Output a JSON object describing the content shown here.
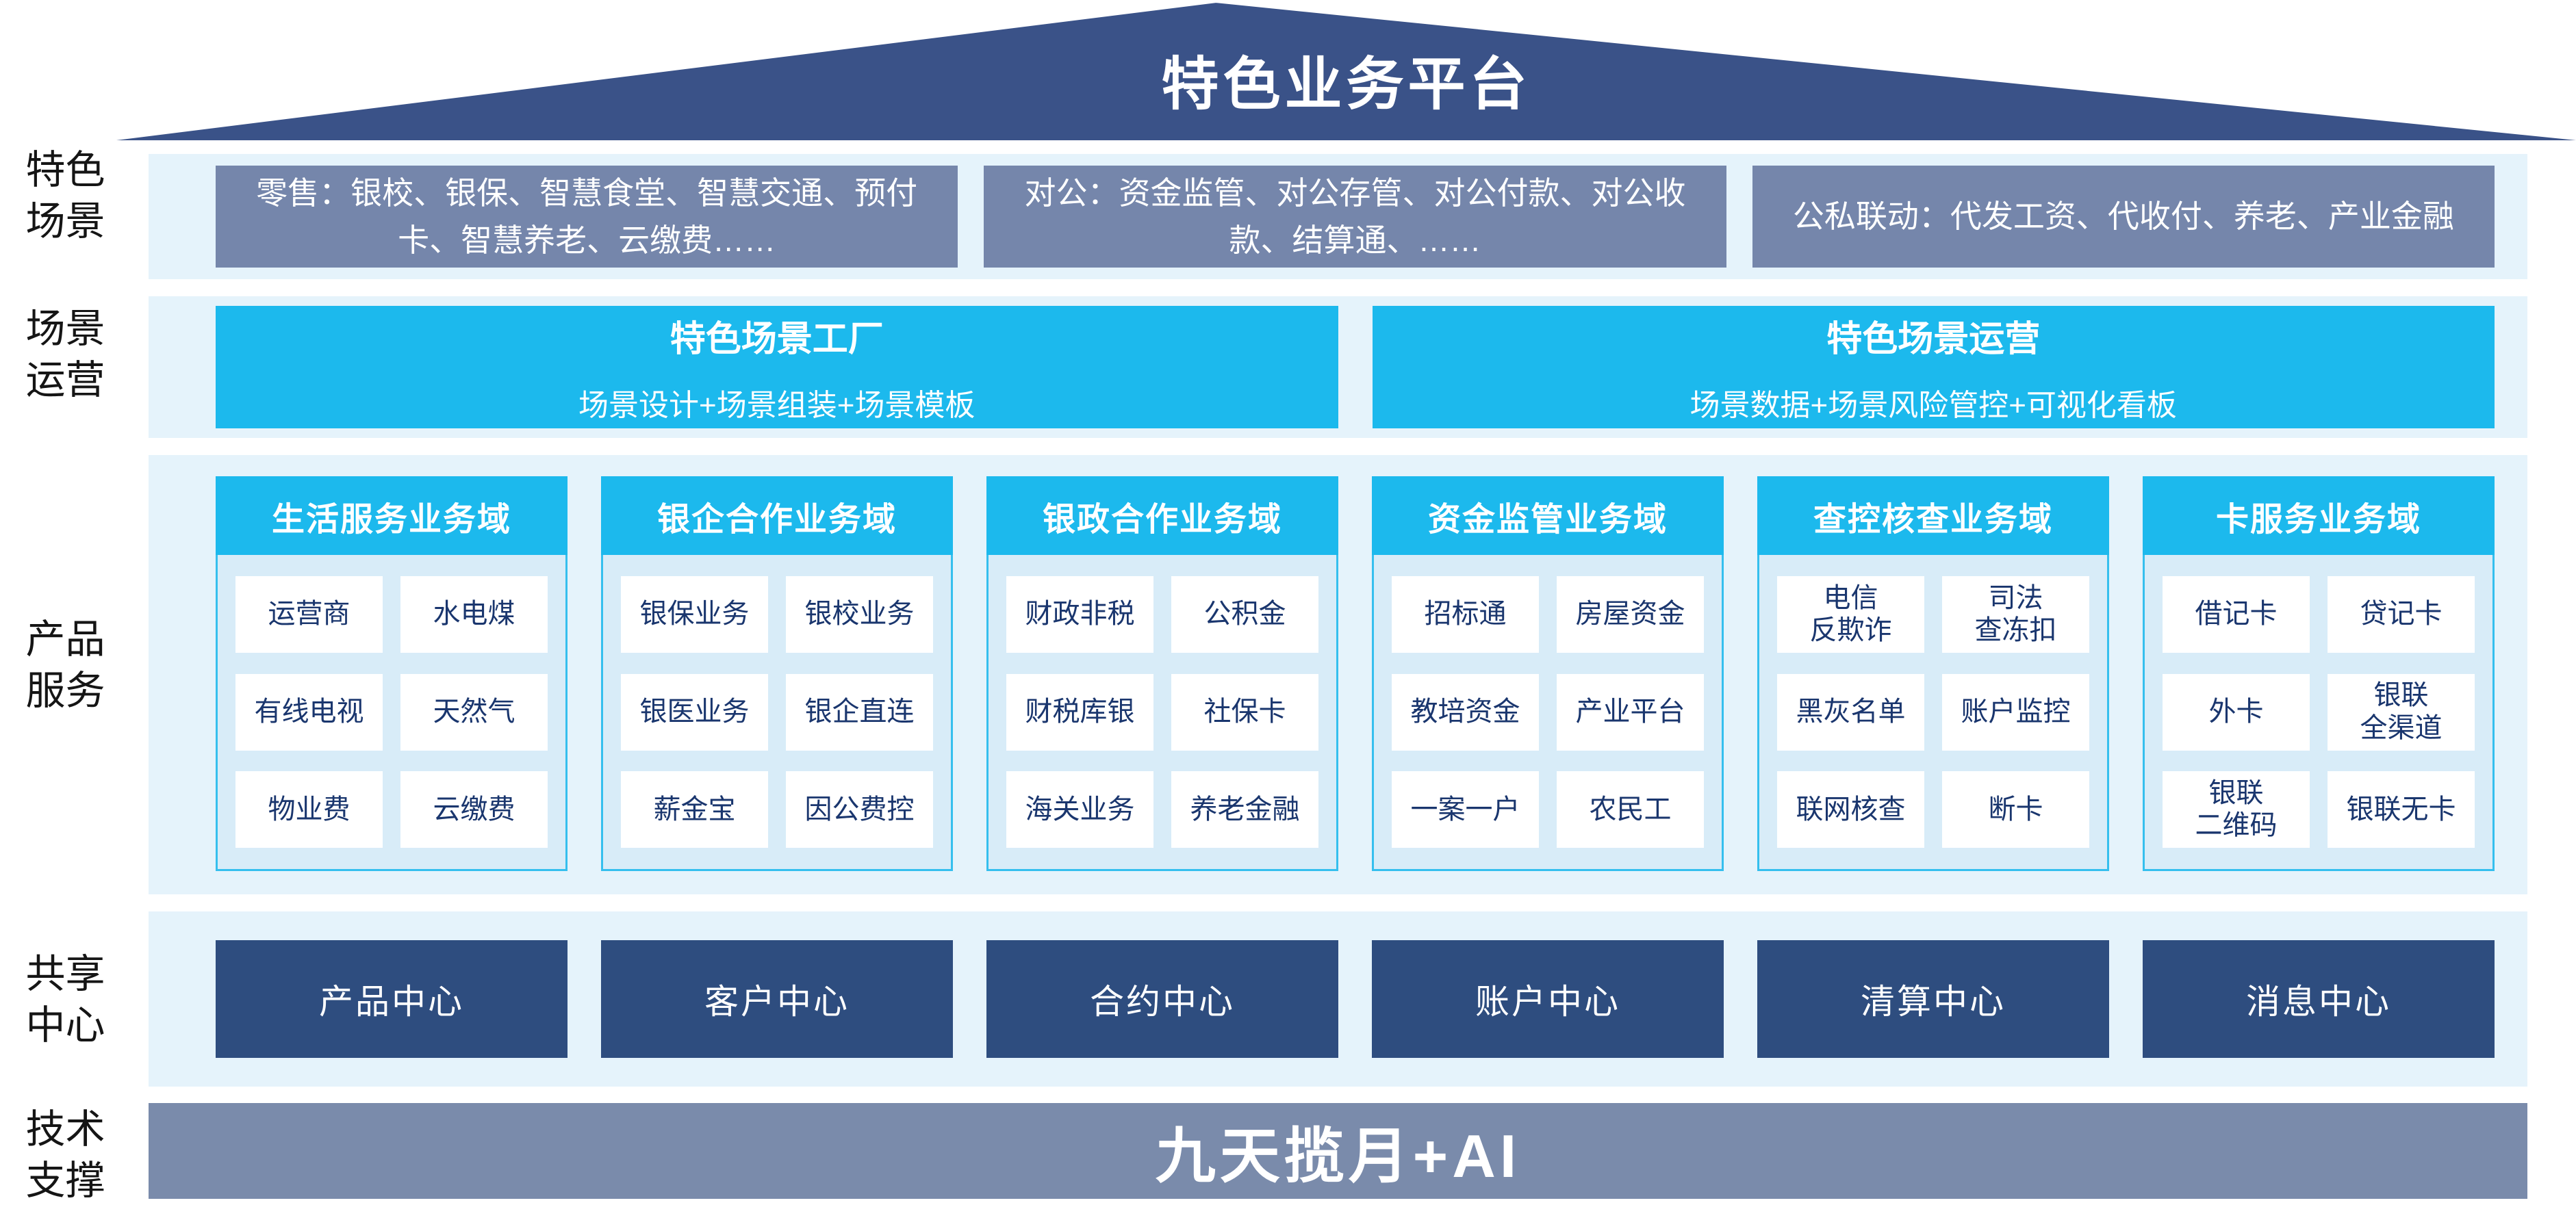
{
  "platform": {
    "title": "特色业务平台"
  },
  "colors": {
    "roof_navy": "#3A5288",
    "scene_slate": "#7586AB",
    "accent_cyan": "#1CB9ED",
    "strip_light_blue": "#E5F3FB",
    "domain_body_blue": "#D8ECF8",
    "domain_border_cyan": "#35BFEE",
    "cell_text_navy": "#1A366E",
    "center_navy": "#2E4D7F",
    "tech_bar_slate": "#7A8BAB"
  },
  "side_labels": [
    {
      "label": "特色\n场景"
    },
    {
      "label": "场景\n运营"
    },
    {
      "label": "产品\n服务"
    },
    {
      "label": "共享\n中心"
    },
    {
      "label": "技术\n支撑"
    }
  ],
  "scenes": {
    "items": [
      "零售：银校、银保、智慧食堂、智慧交通、预付卡、智慧养老、云缴费……",
      "对公：资金监管、对公存管、对公付款、对公收款、结算通、……",
      "公私联动：代发工资、代收付、养老、产业金融"
    ]
  },
  "operations": {
    "left": {
      "title": "特色场景工厂",
      "subtitle": "场景设计+场景组装+场景模板"
    },
    "right": {
      "title": "特色场景运营",
      "subtitle": "场景数据+场景风险管控+可视化看板"
    }
  },
  "products": {
    "domains": [
      {
        "title": "生活服务业务域",
        "items": [
          "运营商",
          "水电煤",
          "有线电视",
          "天然气",
          "物业费",
          "云缴费"
        ]
      },
      {
        "title": "银企合作业务域",
        "items": [
          "银保业务",
          "银校业务",
          "银医业务",
          "银企直连",
          "薪金宝",
          "因公费控"
        ]
      },
      {
        "title": "银政合作业务域",
        "items": [
          "财政非税",
          "公积金",
          "财税库银",
          "社保卡",
          "海关业务",
          "养老金融"
        ]
      },
      {
        "title": "资金监管业务域",
        "items": [
          "招标通",
          "房屋资金",
          "教培资金",
          "产业平台",
          "一案一户",
          "农民工"
        ]
      },
      {
        "title": "查控核查业务域",
        "items": [
          "电信\n反欺诈",
          "司法\n查冻扣",
          "黑灰名单",
          "账户监控",
          "联网核查",
          "断卡"
        ]
      },
      {
        "title": "卡服务业务域",
        "items": [
          "借记卡",
          "贷记卡",
          "外卡",
          "银联\n全渠道",
          "银联\n二维码",
          "银联无卡"
        ]
      }
    ]
  },
  "shared": {
    "centers": [
      "产品中心",
      "客户中心",
      "合约中心",
      "账户中心",
      "清算中心",
      "消息中心"
    ]
  },
  "tech": {
    "label": "九天揽月+AI"
  }
}
